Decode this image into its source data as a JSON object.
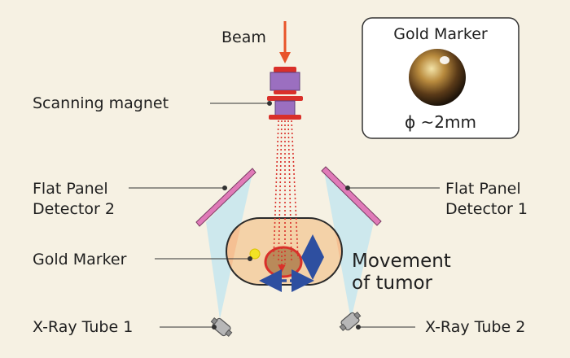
{
  "labels": {
    "beam": "Beam",
    "scanning_magnet": "Scanning magnet",
    "fpd2_line1": "Flat Panel",
    "fpd2_line2": "Detector 2",
    "fpd1_line1": "Flat Panel",
    "fpd1_line2": "Detector 1",
    "gold_marker": "Gold Marker",
    "movement_line1": "Movement",
    "movement_line2": "of tumor",
    "xray_tube1": "X-Ray Tube 1",
    "xray_tube2": "X-Ray Tube 2"
  },
  "inset": {
    "title": "Gold Marker",
    "size": "ϕ ~2mm"
  },
  "colors": {
    "background": "#f6f1e3",
    "beam_arrow": "#e8542a",
    "magnet_purple": "#9b6fc0",
    "magnet_red": "#d9302a",
    "scan_lines": "#d9302a",
    "detector_panel": "#e07ab8",
    "xray_cone": "#c5e6ef",
    "body_fill": "#f4d2a8",
    "tumor_fill": "#b98a5a",
    "tumor_outline": "#d9302a",
    "gold_marker": "#f2e325",
    "movement_arrows": "#2e4fa0"
  },
  "icons": [
    "beam-arrow-icon",
    "scanning-magnet-icon",
    "flat-panel-detector-icon",
    "xray-tube-icon",
    "gold-marker-sphere-icon"
  ]
}
